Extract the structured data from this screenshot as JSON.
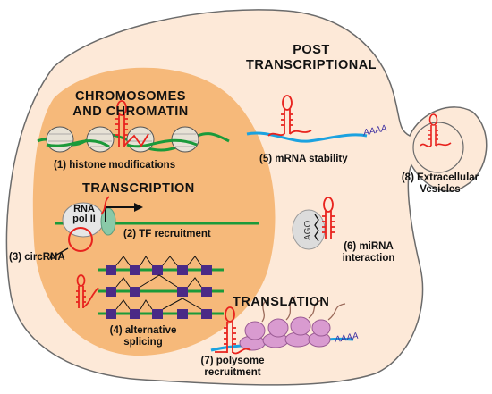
{
  "headings": {
    "chromatin_line1": "CHROMOSOMES",
    "chromatin_line2": "AND CHROMATIN",
    "post_line1": "POST",
    "post_line2": "TRANSCRIPTIONAL",
    "transcription": "TRANSCRIPTION",
    "translation": "TRANSLATION"
  },
  "labels": {
    "histone": "(1) histone modifications",
    "tf": "(2) TF recruitment",
    "circrna": "(3) circRNA",
    "splicing_line1": "(4) alternative",
    "splicing_line2": "splicing",
    "mrna_stability": "(5) mRNA stability",
    "mirna_line1": "(6) miRNA",
    "mirna_line2": "interaction",
    "polysome_line1": "(7) polysome",
    "polysome_line2": "recruitment",
    "ev_line1": "(8) Extracellular",
    "ev_line2": "Vesicles",
    "rna": "RNA",
    "pol": "pol II",
    "ago": "AGO",
    "polya_1": "AAAA",
    "polya_2": "AAAA"
  },
  "colors": {
    "cell_fill": "#fde9d8",
    "cell_stroke": "#6b6b6b",
    "nucleus_fill": "#f6b97a",
    "dna": "#1a9a3a",
    "rna": "#e8231e",
    "mrna": "#1ba2e0",
    "polya": "#3a2ca0",
    "exon": "#4b2a86",
    "ribosome": "#d99bd0",
    "nucleosome": "#e7e2d6",
    "tf": "#8ac9a8",
    "ago": "#dcdcdc"
  },
  "icons": [
    "nucleosome-icon",
    "lncrna-hairpin-icon",
    "rna-pol-ii-icon",
    "circrna-icon",
    "ago-protein-icon",
    "ribosome-icon",
    "vesicle-icon"
  ]
}
